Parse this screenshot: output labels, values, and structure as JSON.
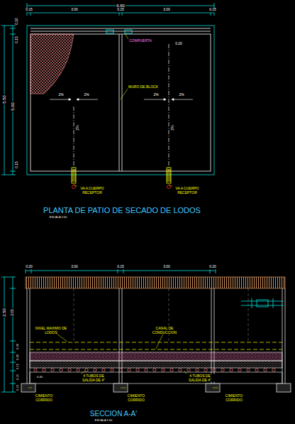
{
  "diagram": {
    "labels": [
      "6.60",
      "0.15",
      "3.00",
      "0.15",
      "3.00",
      "0.15",
      "0.10",
      "0.15",
      "5.50",
      "5.00",
      "0.15",
      "0.20",
      "COMPUERTA",
      "MURO DE BLOCK",
      "2%",
      "2%",
      "2%",
      "2%",
      "2%",
      "2%",
      "VA A CUERPO RECEPTOR",
      "VA A CUERPO RECEPTOR",
      "PLANTA DE PATIO DE SECADO DE LODOS",
      "ESCALA 1:50",
      "0.20",
      "3.00",
      "0.15",
      "3.00",
      "0.20",
      "2.50",
      "2.05",
      "0.30",
      "0.20",
      "0.15",
      "0.15",
      "0.10",
      "NIVEL MAXIMO DE LODOS",
      "CANAL DE CONDUCCION",
      "4 TUBOS DE SALIDA DE 4\"",
      "4 TUBOS DE SALIDA DE 4\"",
      "0.40",
      "CIMIENTO CORRIDO",
      "CIMIENTO CORRIDO",
      "CIMIENTO CORRIDO",
      "SECCION A-A'",
      "ESCALA 1:50"
    ]
  }
}
